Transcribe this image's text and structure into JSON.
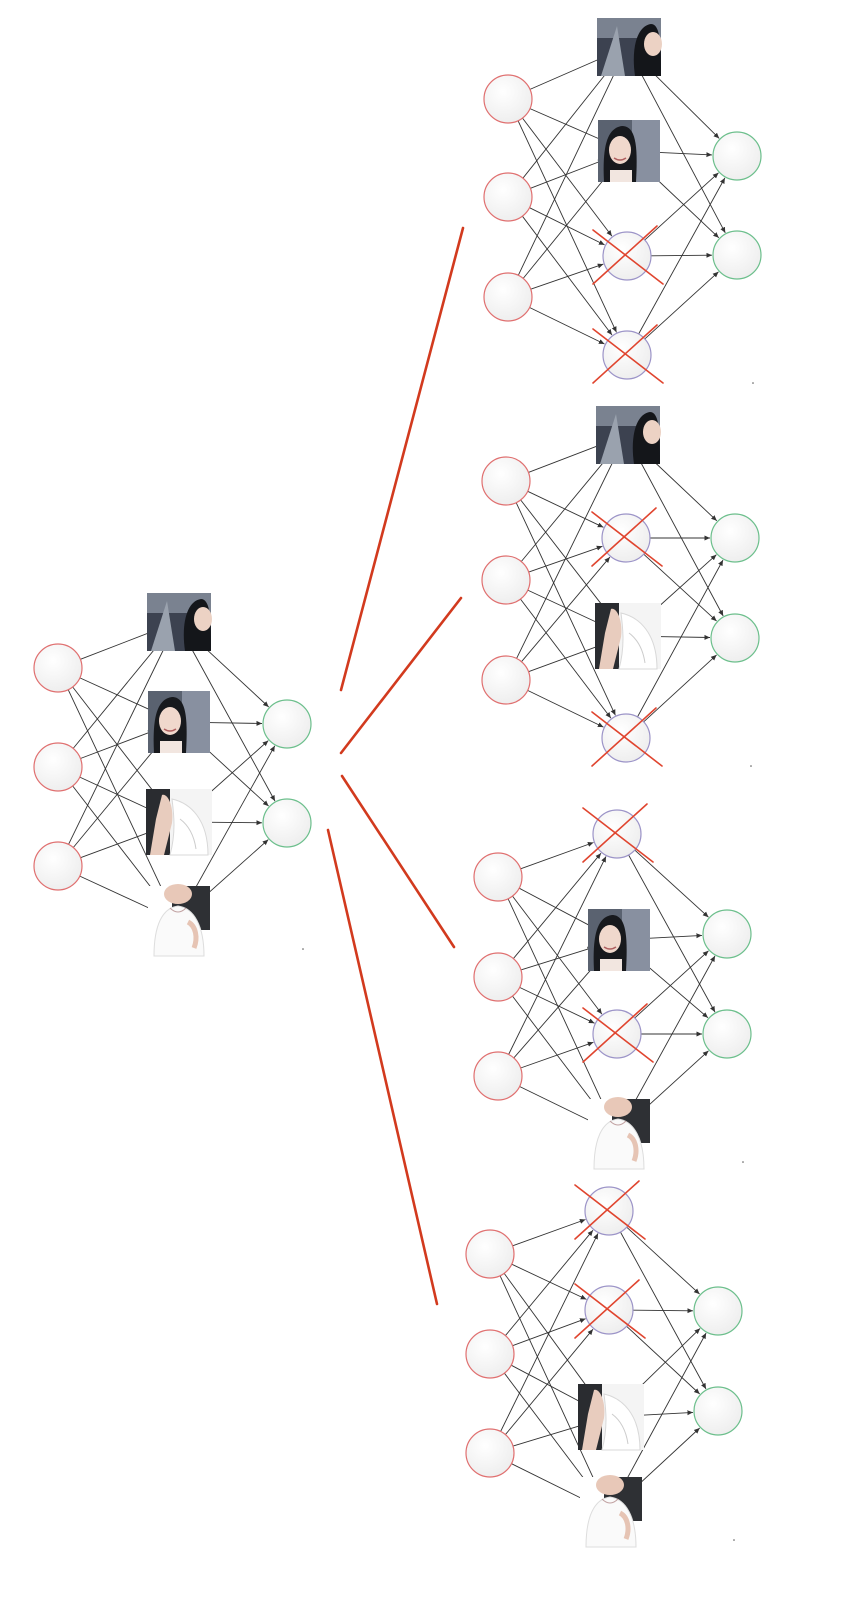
{
  "diagram": {
    "description_kind": "dropout-neural-network",
    "colors": {
      "input_border": "#e07070",
      "hidden_border": "#9c94c8",
      "output_border": "#6cbf8c",
      "edge": "#333333",
      "fan_line": "#d23a1e",
      "dropout_cross": "#e0452f"
    },
    "full_network": {
      "inputs": 3,
      "hidden": 4,
      "outputs": 2,
      "hidden_photo_units": [
        0,
        1,
        2,
        3
      ],
      "dropped_units": []
    },
    "thinned_networks": [
      {
        "hidden_photo_units": [
          0,
          1
        ],
        "dropped_units": [
          2,
          3
        ]
      },
      {
        "hidden_photo_units": [
          0,
          2
        ],
        "dropped_units": [
          1,
          3
        ]
      },
      {
        "hidden_photo_units": [
          1,
          3
        ],
        "dropped_units": [
          0,
          2
        ]
      },
      {
        "hidden_photo_units": [
          2,
          3
        ],
        "dropped_units": [
          0,
          1
        ]
      }
    ],
    "photo_icons": [
      "portrait-dark-icon",
      "portrait-smile-icon",
      "white-dress-icon",
      "white-blouse-icon"
    ]
  }
}
